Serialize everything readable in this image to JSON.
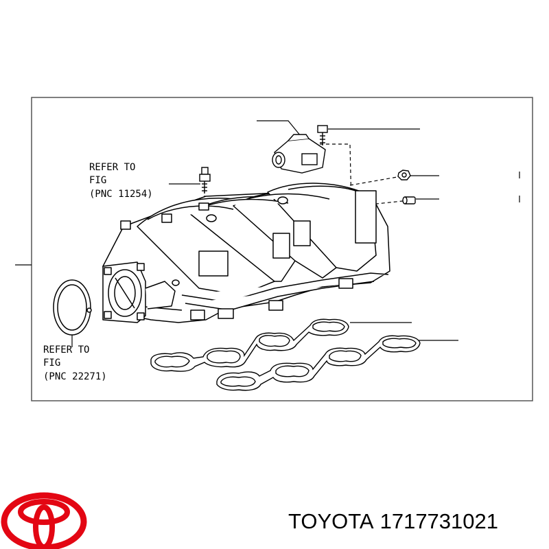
{
  "callouts": {
    "refer_top": {
      "line1": "REFER TO",
      "line2": "FIG",
      "line3": "(PNC 11254)"
    },
    "refer_left": {
      "line1": "REFER TO",
      "line2": "FIG",
      "line3": "(PNC 22271)"
    }
  },
  "footer": {
    "brand": "TOYOTA",
    "part_number": "1717731021"
  },
  "logo": {
    "name": "toyota-logo",
    "color": "#e30613"
  },
  "colors": {
    "line": "#000000",
    "background": "#ffffff"
  }
}
